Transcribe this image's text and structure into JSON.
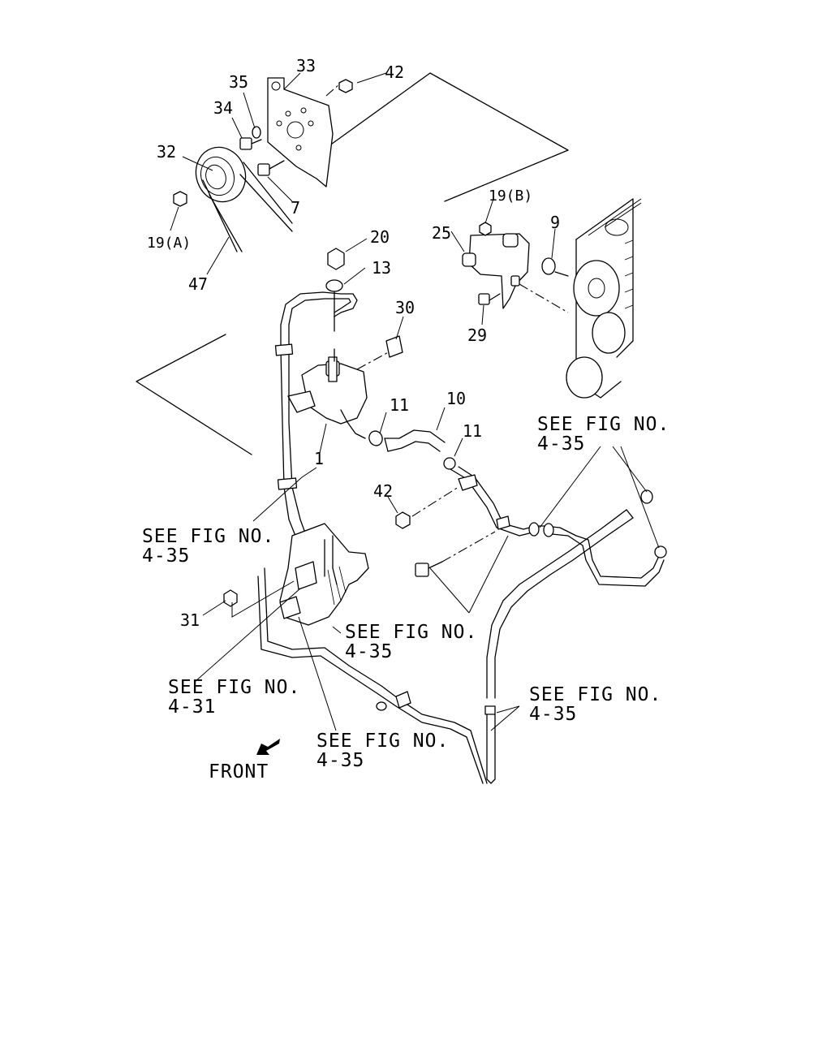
{
  "parts": {
    "p1": "1",
    "p7": "7",
    "p9": "9",
    "p10": "10",
    "p11a": "11",
    "p11b": "11",
    "p13": "13",
    "p19a": "19(A)",
    "p19b": "19(B)",
    "p20": "20",
    "p25": "25",
    "p29": "29",
    "p30": "30",
    "p31": "31",
    "p32": "32",
    "p33": "33",
    "p34": "34",
    "p35": "35",
    "p42a": "42",
    "p42b": "42",
    "p47": "47"
  },
  "refs": {
    "r1_line1": "SEE FIG NO.",
    "r1_line2": "4-35",
    "r2_line1": "SEE FIG NO.",
    "r2_line2": "4-35",
    "r3_line1": "SEE FIG NO.",
    "r3_line2": "4-35",
    "r4_line1": "SEE FIG NO.",
    "r4_line2": "4-31",
    "r5_line1": "SEE FIG NO.",
    "r5_line2": "4-35",
    "r6_line1": "SEE FIG NO.",
    "r6_line2": "4-35"
  },
  "front_label": "FRONT"
}
